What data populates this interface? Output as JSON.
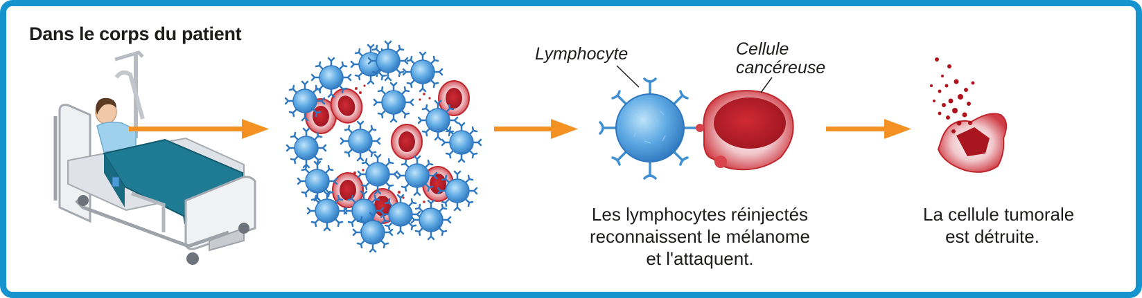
{
  "title": "Dans le corps du patient",
  "labels": {
    "lymphocyte": "Lymphocyte",
    "cancer_line1": "Cellule",
    "cancer_line2": "cancéreuse"
  },
  "captions": {
    "attack": [
      "Les lymphocytes réinjectés",
      "reconnaissent le mélanome",
      "et l'attaquent."
    ],
    "destroy": [
      "La cellule tumorale",
      "est détruite."
    ]
  },
  "colors": {
    "frame": "#1593cf",
    "arrow": "#f39122",
    "lymphocyte": "#4a9ad8",
    "cancer_cell": "#c0272d",
    "bed_cover": "#1f7a93"
  }
}
